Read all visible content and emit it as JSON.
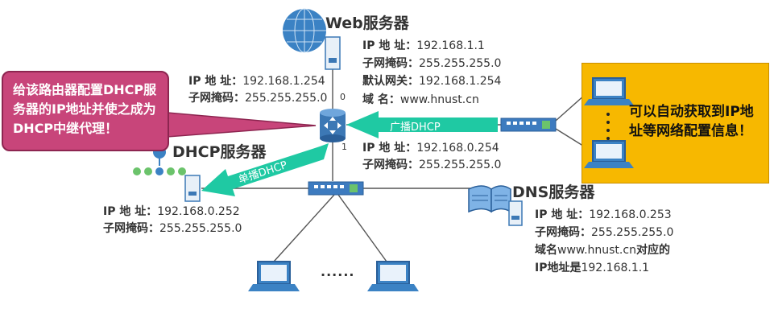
{
  "callouts": {
    "router_config": "给该路由器配置DHCP服务器的IP地址并使之成为DHCP中继代理！",
    "auto_obtain": "可以自动获取到IP地址等网络配置信息！"
  },
  "arrows": {
    "broadcast": "广播DHCP",
    "unicast": "单播DHCP"
  },
  "router": {
    "port0": "0",
    "port1": "1",
    "if0": {
      "ip_label": "IP 地  址：",
      "ip": "192.168.1.254",
      "mask_label": "子网掩码：",
      "mask": "255.255.255.0"
    },
    "if1": {
      "ip_label": "IP 地  址：",
      "ip": "192.168.0.254",
      "mask_label": "子网掩码：",
      "mask": "255.255.255.0"
    }
  },
  "web_server": {
    "title": "Web服务器",
    "ip_label": "IP 地  址：",
    "ip": "192.168.1.1",
    "mask_label": "子网掩码：",
    "mask": "255.255.255.0",
    "gw_label": "默认网关：",
    "gw": "192.168.1.254",
    "domain_label": "域      名：",
    "domain": "www.hnust.cn"
  },
  "dhcp_server": {
    "title": "DHCP服务器",
    "ip_label": "IP 地  址：",
    "ip": "192.168.0.252",
    "mask_label": "子网掩码：",
    "mask": "255.255.255.0"
  },
  "dns_server": {
    "title": "DNS服务器",
    "ip_label": "IP 地  址：",
    "ip": "192.168.0.253",
    "mask_label": "子网掩码：",
    "mask": "255.255.255.0",
    "record_line1_prefix": "域名",
    "record_line1_domain": "www.hnust.cn",
    "record_line1_suffix": "对应的",
    "record_line2_prefix": "IP地址是",
    "record_line2_ip": "192.168.1.1"
  },
  "ellipsis": "······",
  "colors": {
    "teal_arrow": "#1fc9a3",
    "switch_blue": "#3d7bbf",
    "router_blue": "#3c78b5",
    "callout_pink": "#c8457a",
    "callout_yellow": "#f7b800"
  }
}
